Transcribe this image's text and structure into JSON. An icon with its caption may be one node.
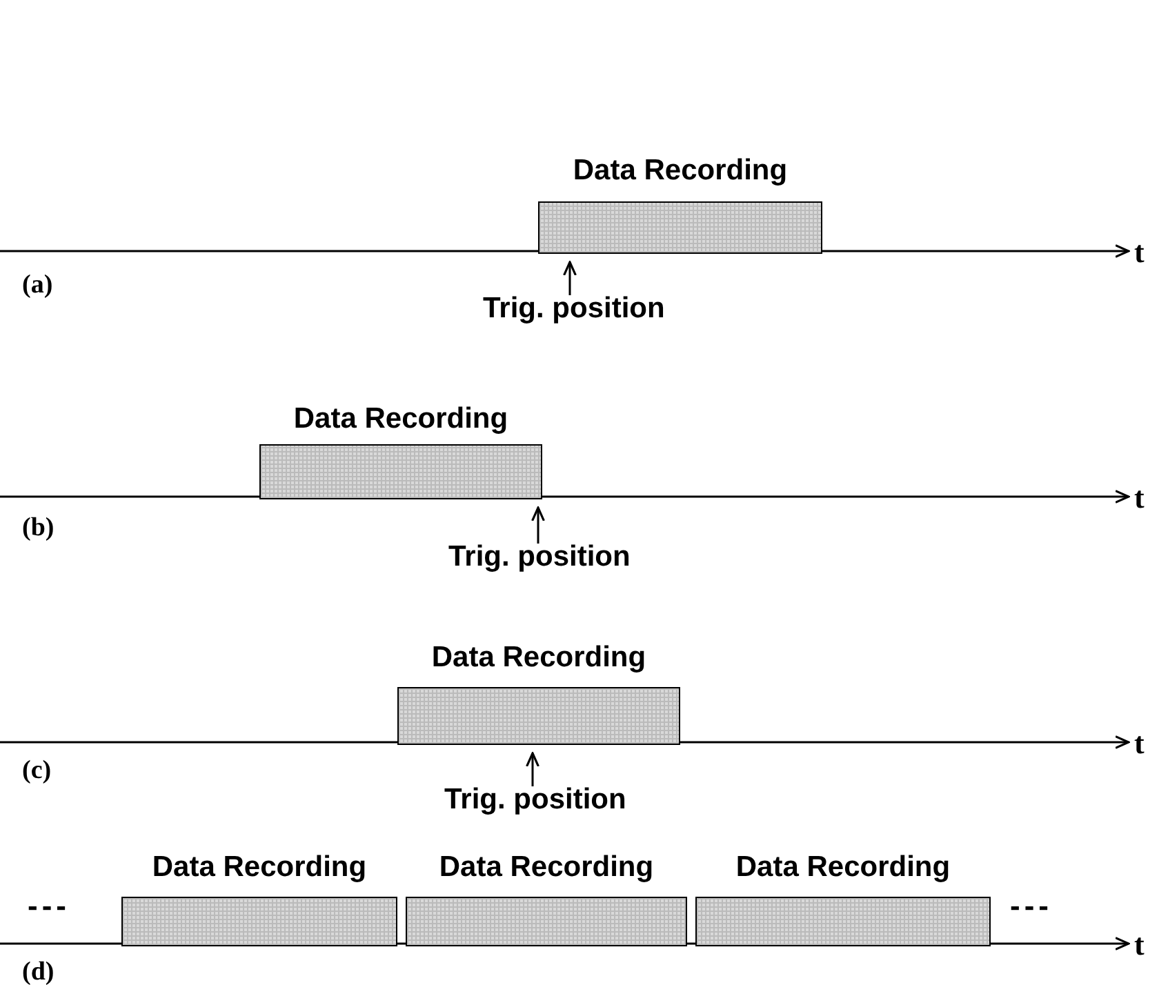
{
  "diagram": {
    "nodes": [
      {
        "text": [
          "Data Recording"
        ]
      },
      {
        "text": [
          "Trig. position"
        ]
      },
      {
        "text": [
          "Data Recording"
        ]
      },
      {
        "text": [
          "Trig. position"
        ]
      },
      {
        "text": [
          "Data Recording"
        ]
      },
      {
        "text": [
          "Trig. position"
        ]
      },
      {
        "text": [
          "Data Recording"
        ]
      },
      {
        "text": [
          "Data Recording"
        ]
      },
      {
        "text": [
          "Data Recording"
        ]
      }
    ],
    "edges": [
      {
        "from": 1,
        "to": null,
        "arrow": "to"
      },
      {
        "from": 3,
        "to": null,
        "arrow": "to"
      },
      {
        "from": 5,
        "to": null,
        "arrow": "to"
      }
    ],
    "labels": [
      "t",
      "(a)",
      "t",
      "(b)",
      "t",
      "(c)",
      "---",
      "---",
      "t",
      "(d)"
    ]
  }
}
